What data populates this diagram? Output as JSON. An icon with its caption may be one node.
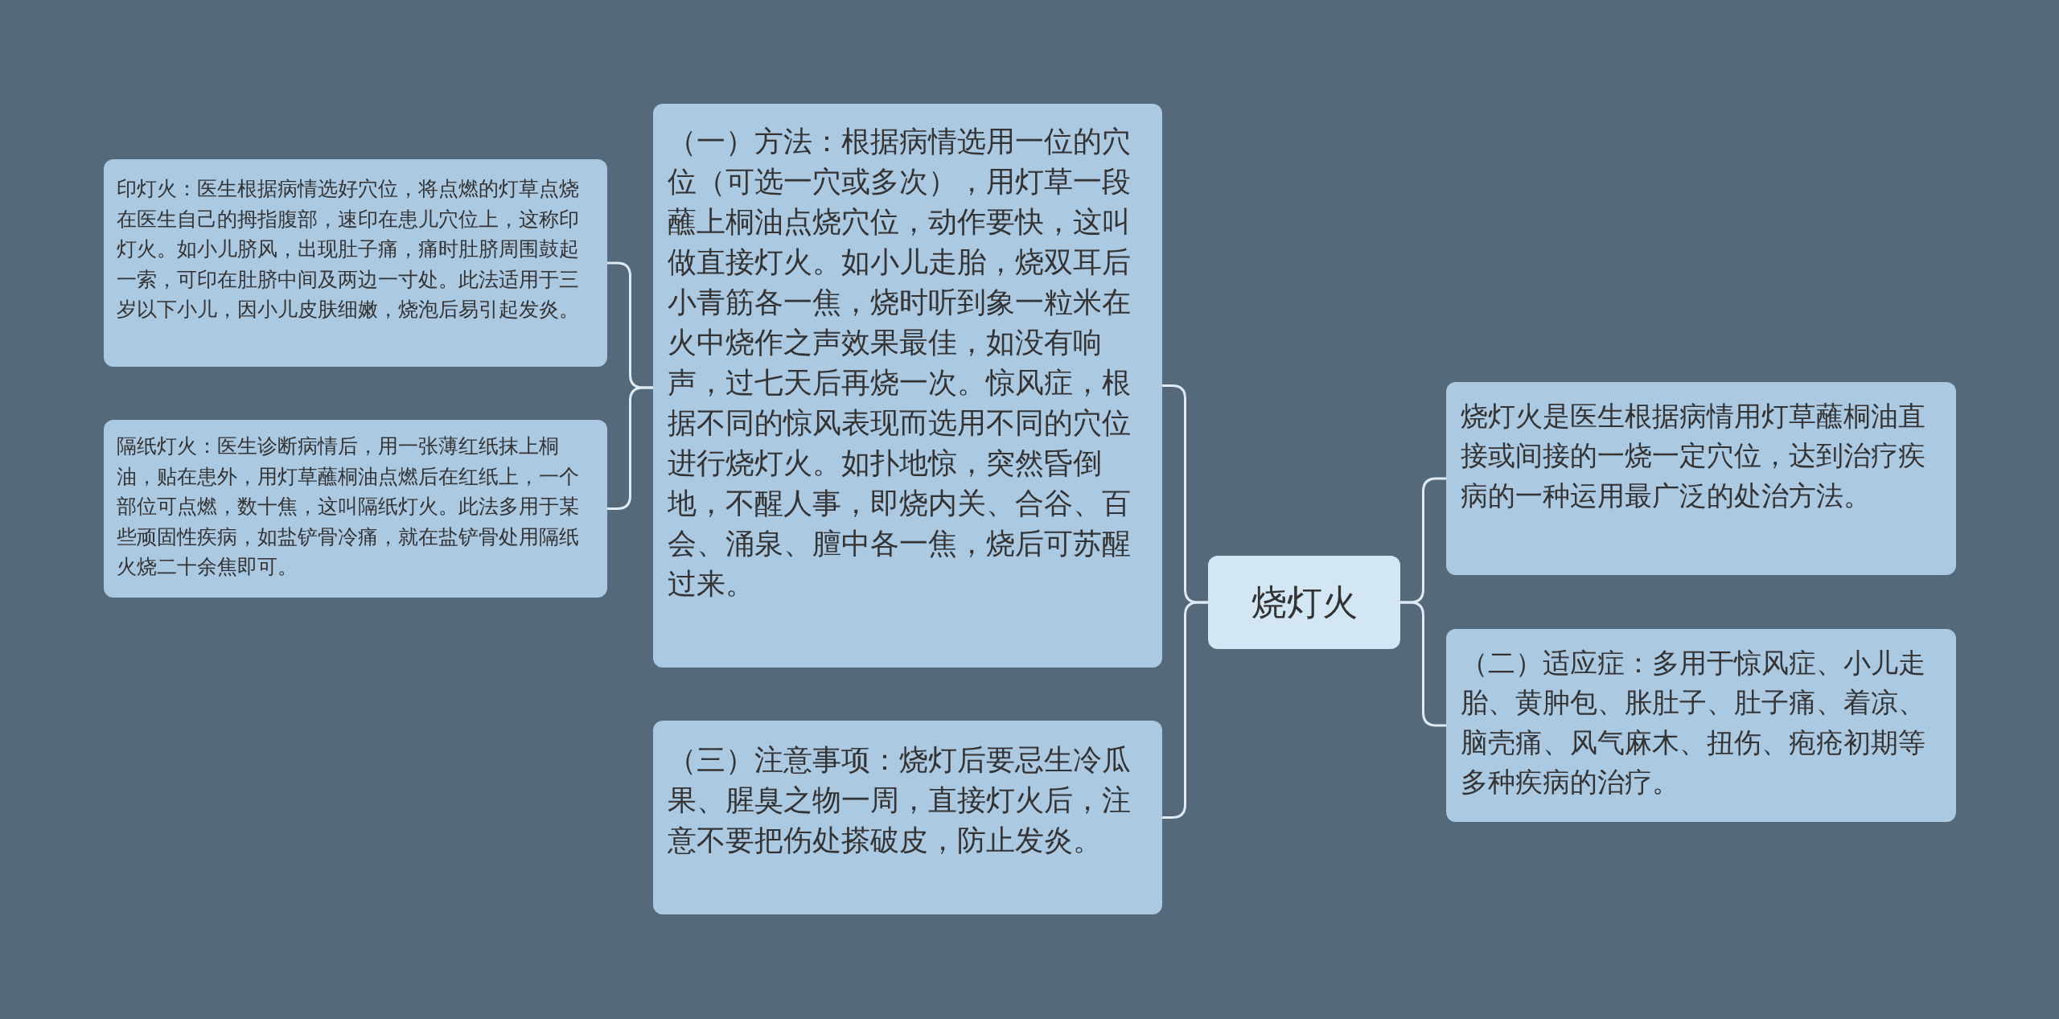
{
  "diagram": {
    "nodes": [
      {
        "text": [
          "烧灯火"
        ]
      },
      {
        "text": [
          "烧灯火是医生根据病情用灯草蘸桐油直接或间接的一烧一定穴位，达到治疗疾病的一种运用最广泛的处治方法。"
        ]
      },
      {
        "text": [
          "（二）适应症：多用于惊风症、小儿走胎、黄肿包、胀肚子、肚子痛、着凉、脑壳痛、风气麻木、扭伤、疱疮初期等多种疾病的治疗。"
        ]
      },
      {
        "text": [
          "（一）方法：根据病情选用一位的穴位（可选一穴或多次），用灯草一段蘸上桐油点烧穴位，动作要快，这叫做直接灯火。如小儿走胎，烧双耳后小青筋各一焦，烧时听到象一粒米在火中烧作之声效果最佳，如没有响声，过七天后再烧一次。惊风症，根据不同的惊风表现而选用不同的穴位进行烧灯火。如扑地惊，突然昏倒地，不醒人事，即烧内关、合谷、百会、涌泉、膻中各一焦，烧后可苏醒过来。"
        ]
      },
      {
        "text": [
          "（三）注意事项：烧灯后要忌生冷瓜果、腥臭之物一周，直接灯火后，注意不要把伤处搽破皮，防止发炎。"
        ]
      },
      {
        "text": [
          "印灯火：医生根据病情选好穴位，将点燃的灯草点烧在医生自己的拇指腹部，速印在患儿穴位上，这称印灯火。如小儿脐风，出现肚子痛，痛时肚脐周围鼓起一索，可印在肚脐中间及两边一寸处。此法适用于三岁以下小儿，因小儿皮肤细嫩，烧泡后易引起发炎。"
        ]
      },
      {
        "text": [
          "隔纸灯火：医生诊断病情后，用一张薄红纸抹上桐油，贴在患外，用灯草蘸桐油点燃后在红纸上，一个部位可点燃，数十焦，这叫隔纸灯火。此法多用于某些顽固性疾病，如盐铲骨冷痛，就在盐铲骨处用隔纸火烧二十余焦即可。"
        ]
      }
    ],
    "edges": [
      {
        "from": 0,
        "to": 1,
        "arrow": "none"
      },
      {
        "from": 0,
        "to": 2,
        "arrow": "none"
      },
      {
        "from": 0,
        "to": 3,
        "arrow": "none"
      },
      {
        "from": 0,
        "to": 4,
        "arrow": "none"
      },
      {
        "from": 3,
        "to": 5,
        "arrow": "none"
      },
      {
        "from": 3,
        "to": 6,
        "arrow": "none"
      }
    ]
  }
}
